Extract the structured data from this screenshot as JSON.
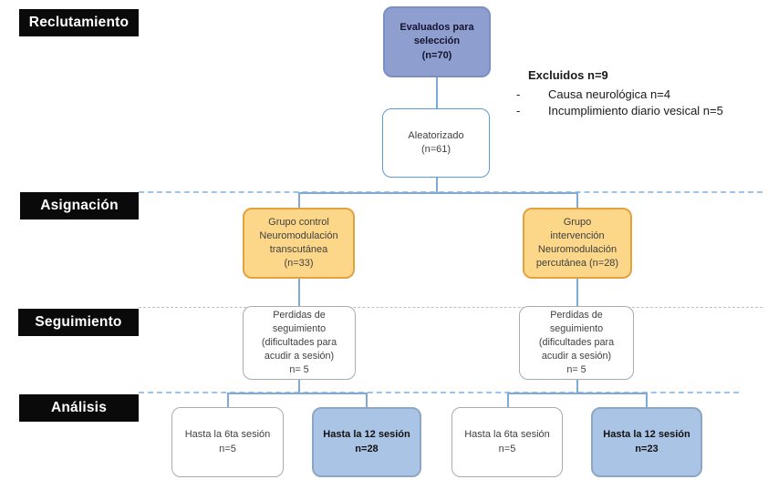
{
  "stages": {
    "reclutamiento": "Reclutamiento",
    "asignacion": "Asignación",
    "seguimiento": "Seguimiento",
    "analisis": "Análisis"
  },
  "boxes": {
    "evaluados": {
      "lines": [
        "Evaluados para",
        "selección",
        "(n=70)"
      ]
    },
    "aleatorizado": {
      "lines": [
        "Aleatorizado",
        "(n=61)"
      ]
    },
    "grupo_control": {
      "lines": [
        "Grupo control",
        "Neuromodulación",
        "transcutánea",
        "(n=33)"
      ]
    },
    "grupo_intervencion": {
      "lines": [
        "Grupo",
        "intervención",
        "Neuromodulación",
        "percutánea (n=28)"
      ]
    },
    "perdidas_control": {
      "lines": [
        "Perdidas de",
        "seguimiento",
        "(dificultades para",
        "acudir a sesión)",
        "n= 5"
      ]
    },
    "perdidas_intervencion": {
      "lines": [
        "Perdidas de",
        "seguimiento",
        "(dificultades para",
        "acudir a sesión)",
        "n= 5"
      ]
    },
    "analisis_control_6": {
      "lines": [
        "Hasta la 6ta sesión",
        "n=5"
      ]
    },
    "analisis_control_12": {
      "lines": [
        "Hasta la 12 sesión",
        "n=28"
      ]
    },
    "analisis_intervencion_6": {
      "lines": [
        "Hasta la 6ta sesión",
        "n=5"
      ]
    },
    "analisis_intervencion_12": {
      "lines": [
        "Hasta la 12 sesión",
        "n=23"
      ]
    }
  },
  "excluidos": {
    "title": "Excluidos n=9",
    "bullet": "-",
    "items": [
      "Causa neurológica n=4",
      "Incumplimiento diario vesical n=5"
    ]
  },
  "colors": {
    "stage_label_bg": "#0a0a0a",
    "stage_label_text": "#ffffff",
    "assessed_fill": "#8E9ECF",
    "assessed_border": "#7B8EC4",
    "randomized_border": "#5B9BD5",
    "group_fill": "#FCD789",
    "group_border": "#E2A23D",
    "followup_border": "#ABABAB",
    "analysis_blue_fill": "#A9C4E4",
    "analysis_blue_border": "#8CA7C4",
    "connector": "#7FA9D6",
    "dashed_blue": "#9DC3E6",
    "dashed_gray": "#BFBFBF"
  }
}
